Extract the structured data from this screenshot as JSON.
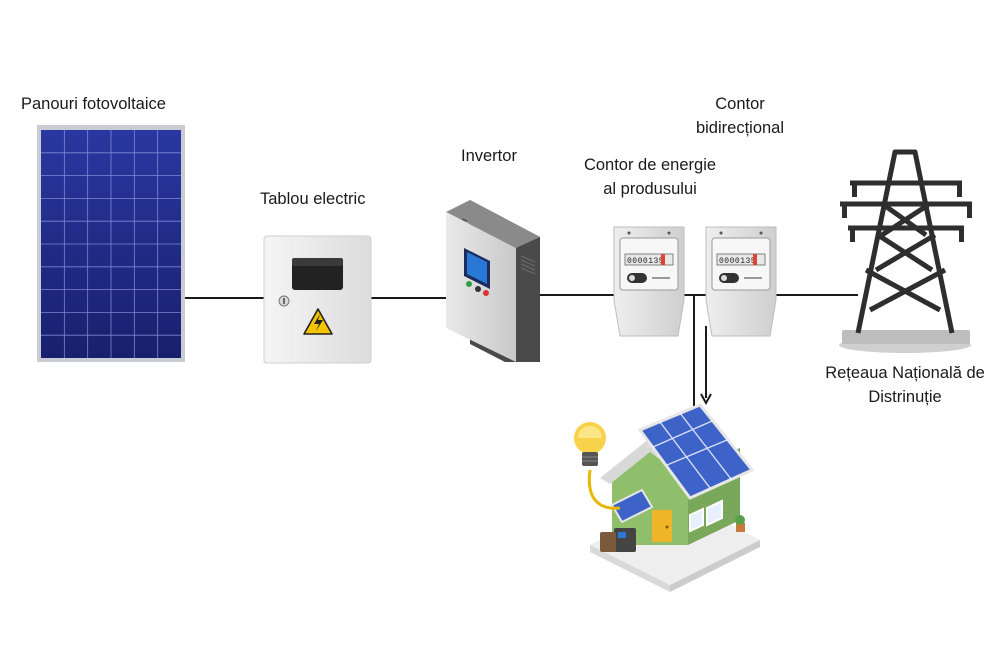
{
  "labels": {
    "panels": "Panouri fotovoltaice",
    "board": "Tablou electric",
    "inverter": "Invertor",
    "producer_meter": [
      "Contor de energie",
      "al produsului"
    ],
    "bidirectional_meter": [
      "Contor",
      "bidirecțional"
    ],
    "grid": [
      "Rețeaua Națională de",
      "Distrinuție"
    ]
  },
  "meters": {
    "producer_display": "0000135",
    "bidirectional_display": "0000135"
  },
  "colors": {
    "wire": "#1a1a1a",
    "panel_cell": "#1f2a8a",
    "panel_frame": "#c9ccd2",
    "board_body": "#ececec",
    "inverter_front": "#e4e4e4",
    "inverter_side": "#4a4a4a",
    "tower": "#2e2e2e",
    "house_wall": "#8fbf6a",
    "roof_solar": "#3d62c8",
    "door": "#f0b429",
    "bulb": "#f7d24a"
  },
  "icons": [
    "solar-panel-icon",
    "electrical-board-icon",
    "warning-icon",
    "inverter-icon",
    "energy-meter-icon",
    "power-tower-icon",
    "house-icon",
    "light-bulb-icon"
  ]
}
